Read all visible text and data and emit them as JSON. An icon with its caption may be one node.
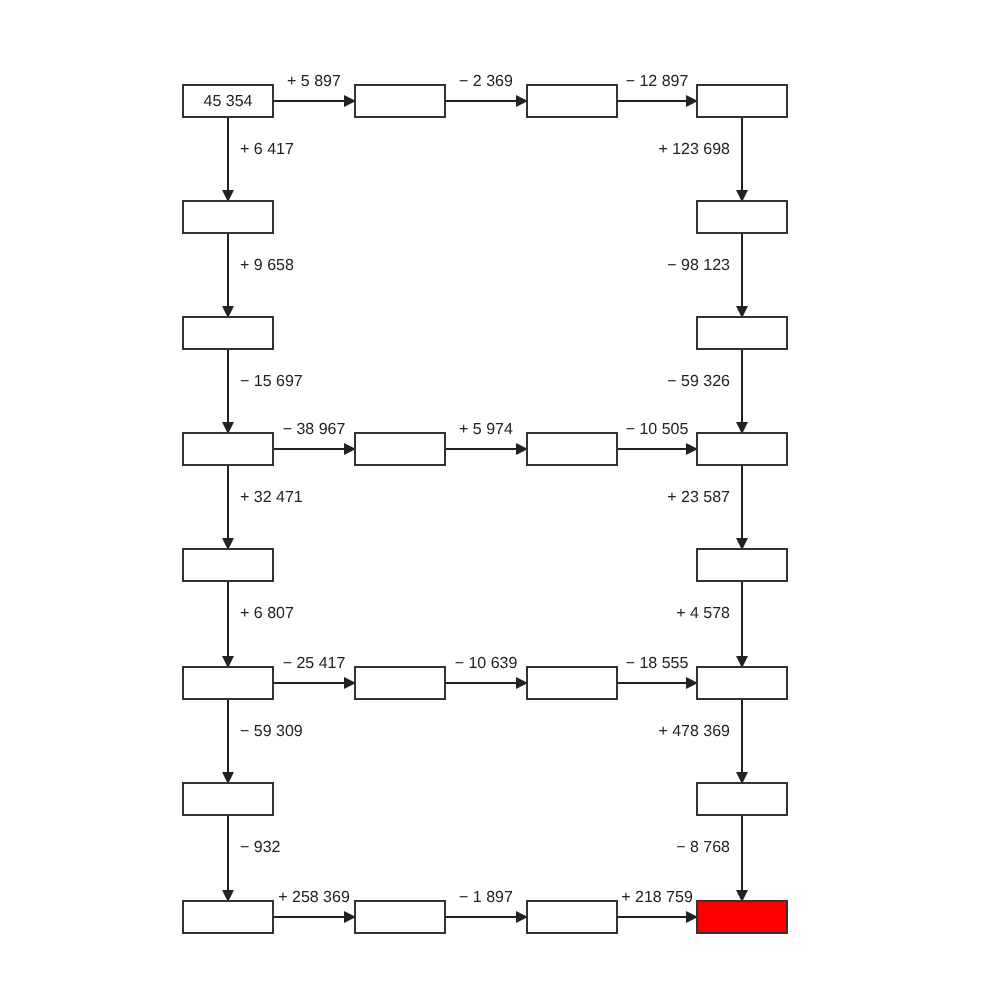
{
  "diagram": {
    "nodes": [
      {
        "text": [
          "45 354"
        ]
      },
      {
        "text": [],
        "shape": "box"
      },
      {
        "text": [],
        "shape": "box"
      },
      {
        "text": [],
        "shape": "box"
      },
      {
        "text": [],
        "shape": "box"
      },
      {
        "text": [],
        "shape": "box"
      },
      {
        "text": [],
        "shape": "box"
      },
      {
        "text": [],
        "shape": "box"
      },
      {
        "text": [],
        "shape": "box"
      },
      {
        "text": [],
        "shape": "box"
      },
      {
        "text": [],
        "shape": "box"
      },
      {
        "text": [],
        "shape": "box"
      },
      {
        "text": [],
        "shape": "box"
      },
      {
        "text": [],
        "shape": "box"
      },
      {
        "text": [],
        "shape": "box"
      },
      {
        "text": [],
        "shape": "box"
      },
      {
        "text": [],
        "shape": "box"
      },
      {
        "text": [],
        "shape": "box"
      },
      {
        "text": [],
        "shape": "box"
      },
      {
        "text": [],
        "shape": "box"
      },
      {
        "text": [],
        "shape": "box"
      },
      {
        "text": [],
        "shape": "box"
      },
      {
        "text": [],
        "shape": "box"
      },
      {
        "text": [],
        "shape": "box"
      }
    ],
    "edges": [
      {
        "from": 0,
        "to": 1,
        "arrow": "to",
        "label": "+ 5 897"
      },
      {
        "from": 1,
        "to": 2,
        "arrow": "to",
        "label": "− 2 369"
      },
      {
        "from": 2,
        "to": 3,
        "arrow": "to",
        "label": "− 12 897"
      },
      {
        "from": 0,
        "to": 4,
        "arrow": "to",
        "label": "+ 6 417"
      },
      {
        "from": 3,
        "to": 5,
        "arrow": "to",
        "label": "+ 123 698"
      },
      {
        "from": 4,
        "to": 6,
        "arrow": "to",
        "label": "+ 9 658"
      },
      {
        "from": 5,
        "to": 7,
        "arrow": "to",
        "label": "− 98 123"
      },
      {
        "from": 6,
        "to": 8,
        "arrow": "to",
        "label": "− 15 697"
      },
      {
        "from": 7,
        "to": 11,
        "arrow": "to",
        "label": "− 59 326"
      },
      {
        "from": 8,
        "to": 9,
        "arrow": "to",
        "label": "− 38 967"
      },
      {
        "from": 9,
        "to": 10,
        "arrow": "to",
        "label": "+ 5 974"
      },
      {
        "from": 10,
        "to": 11,
        "arrow": "to",
        "label": "− 10 505"
      },
      {
        "from": 8,
        "to": 12,
        "arrow": "to",
        "label": "+ 32 471"
      },
      {
        "from": 11,
        "to": 13,
        "arrow": "to",
        "label": "+ 23 587"
      },
      {
        "from": 12,
        "to": 14,
        "arrow": "to",
        "label": "+ 6 807"
      },
      {
        "from": 13,
        "to": 17,
        "arrow": "to",
        "label": "+ 4 578"
      },
      {
        "from": 14,
        "to": 15,
        "arrow": "to",
        "label": "− 25 417"
      },
      {
        "from": 15,
        "to": 16,
        "arrow": "to",
        "label": "− 10 639"
      },
      {
        "from": 16,
        "to": 17,
        "arrow": "to",
        "label": "− 18 555"
      },
      {
        "from": 14,
        "to": 18,
        "arrow": "to",
        "label": "− 59 309"
      },
      {
        "from": 17,
        "to": 19,
        "arrow": "to",
        "label": "+ 478 369"
      },
      {
        "from": 18,
        "to": 20,
        "arrow": "to",
        "label": "− 932"
      },
      {
        "from": 19,
        "to": 23,
        "arrow": "to",
        "label": "− 8 768"
      },
      {
        "from": 20,
        "to": 21,
        "arrow": "to",
        "label": "+ 258 369"
      },
      {
        "from": 21,
        "to": 22,
        "arrow": "to",
        "label": "− 1 897"
      },
      {
        "from": 22,
        "to": 23,
        "arrow": "to",
        "label": "+ 218 759"
      }
    ]
  }
}
